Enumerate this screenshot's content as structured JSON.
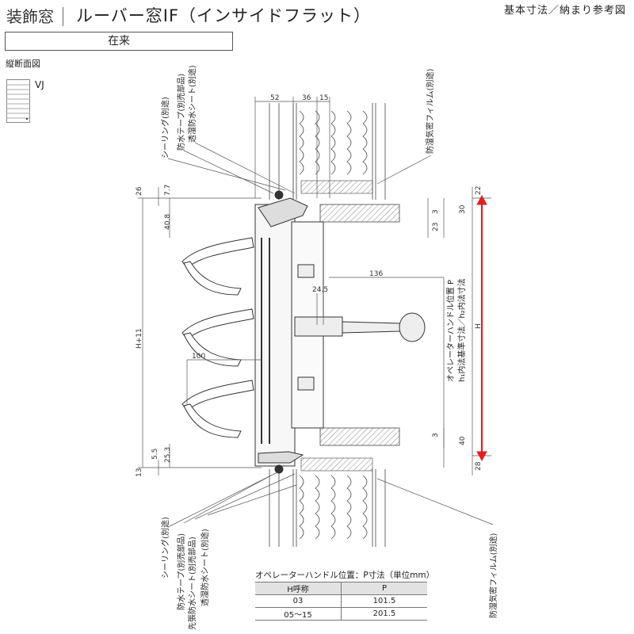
{
  "header": {
    "category": "装飾窓",
    "title": "ルーバー窓IF（インサイドフラット）",
    "reference": "基本寸法／納まり参考図"
  },
  "type_box": "在来",
  "section_label": "縦断面図",
  "vj_label": "VJ",
  "callouts": {
    "top_sealing": "シーリング(別途)",
    "top_waterproof_tape": "防水テープ(別売部品)",
    "top_breathable_sheet": "透湿防水シート(別途)",
    "top_vapor_film": "防湿気密フィルム(別途)",
    "bottom_sealing": "シーリング(別途)",
    "bottom_waterproof_tape": "防水テープ(別売部品)",
    "bottom_precut_sheet": "先張防水シート(別売部品)",
    "bottom_breathable_sheet": "透湿防水シート(別途)",
    "bottom_vapor_film": "防湿気密フィルム(別途)"
  },
  "dimensions": {
    "d52": "52",
    "d36": "36",
    "d15": "15",
    "d26": "26",
    "d7_7": "7.7",
    "d40_8": "40.8",
    "d22": "22",
    "d30": "30",
    "d3_top": "3",
    "d23": "23",
    "d136": "136",
    "d24_5": "24.5",
    "d100": "100",
    "h11": "H+11",
    "H": "H",
    "d3_bot": "3",
    "d40": "40",
    "d28": "28",
    "d5_5": "5.5",
    "d25_3": "25.3",
    "d13": "13",
    "op_handle": "オペレーターハンドル位置 P",
    "h1_ref": "h₁内法基準寸法／h₂内法寸法"
  },
  "table": {
    "caption": "オペレーターハンドル位置：P寸法（単位mm）",
    "headers": [
      "H呼称",
      "P"
    ],
    "rows": [
      [
        "03",
        "101.5"
      ],
      [
        "05〜15",
        "201.5"
      ]
    ]
  },
  "colors": {
    "arrow": "#e02020",
    "line": "#333333"
  }
}
